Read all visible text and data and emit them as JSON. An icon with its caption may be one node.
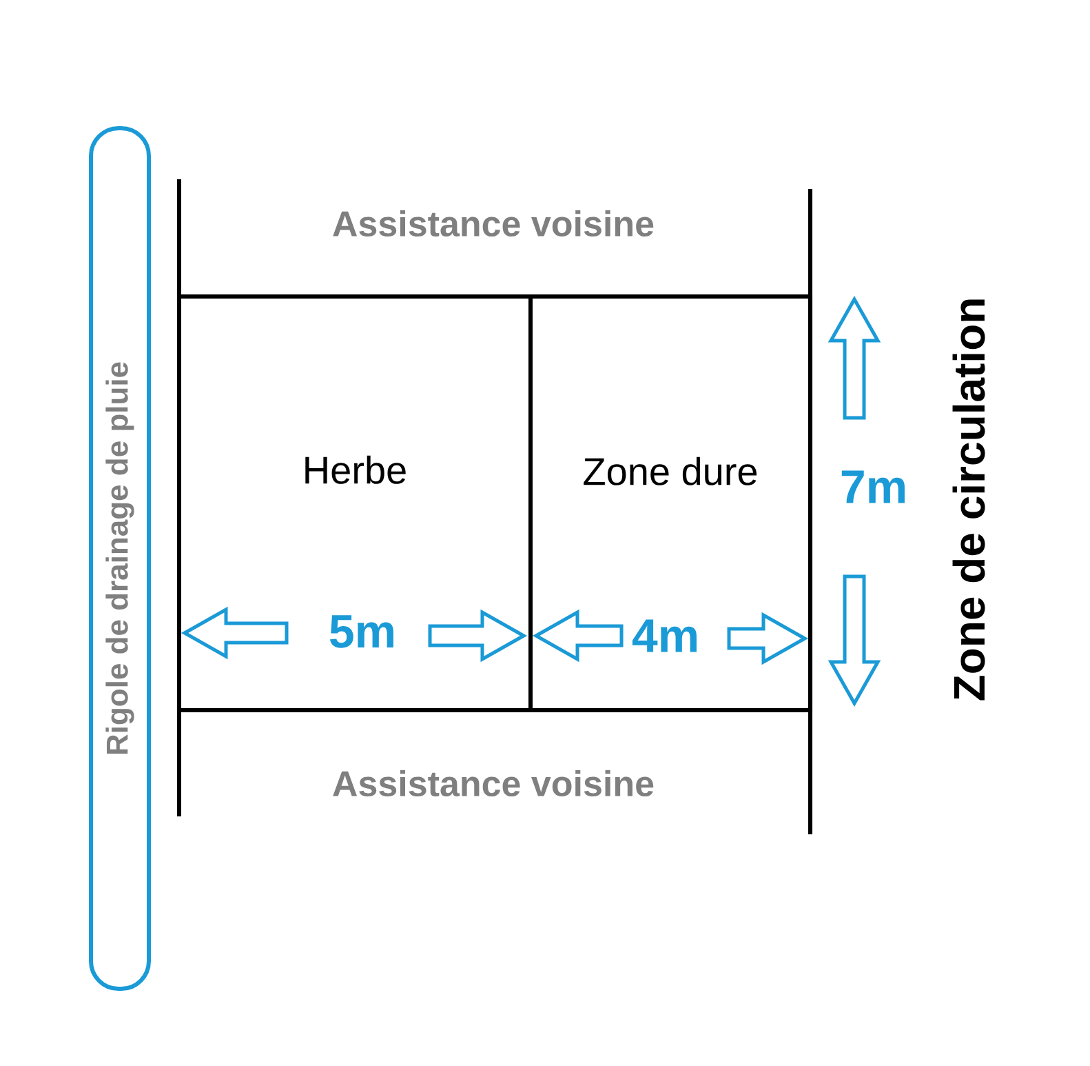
{
  "diagram": {
    "nodes": [
      {
        "text": [
          "Rigole de drainage de pluie"
        ]
      },
      {
        "text": [
          "Herbe"
        ]
      },
      {
        "text": [
          "Zone dure"
        ]
      }
    ],
    "labels": [
      "Assistance voisine",
      "Zone de circulation",
      "7m",
      "5m",
      "4m",
      "Assistance voisine"
    ]
  }
}
